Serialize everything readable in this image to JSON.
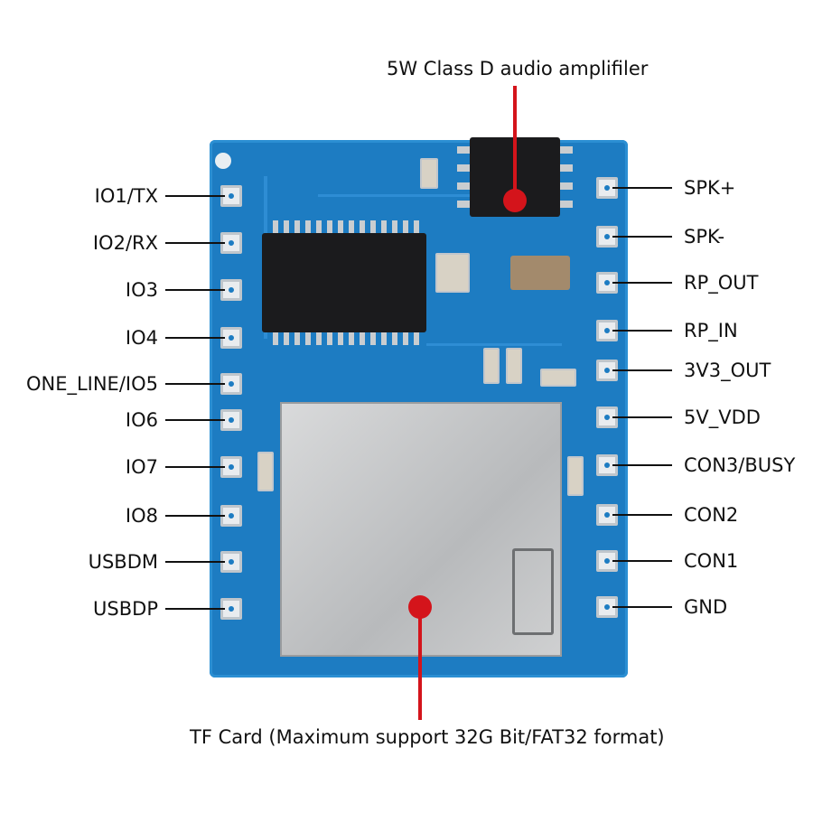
{
  "callouts": {
    "amplifier": "5W Class D audio amplifiler",
    "tf_card": "TF Card (Maximum support 32G Bit/FAT32 format)"
  },
  "left_pins": [
    "IO1/TX",
    "IO2/RX",
    "IO3",
    "IO4",
    "ONE_LINE/IO5",
    "IO6",
    "IO7",
    "IO8",
    "USBDM",
    "USBDP"
  ],
  "right_pins": [
    "SPK+",
    "SPK-",
    "RP_OUT",
    "RP_IN",
    "3V3_OUT",
    "5V_VDD",
    "CON3/BUSY",
    "CON2",
    "CON1",
    "GND"
  ],
  "colors": {
    "board": "#1d7cc2",
    "callout": "#d4141b"
  }
}
